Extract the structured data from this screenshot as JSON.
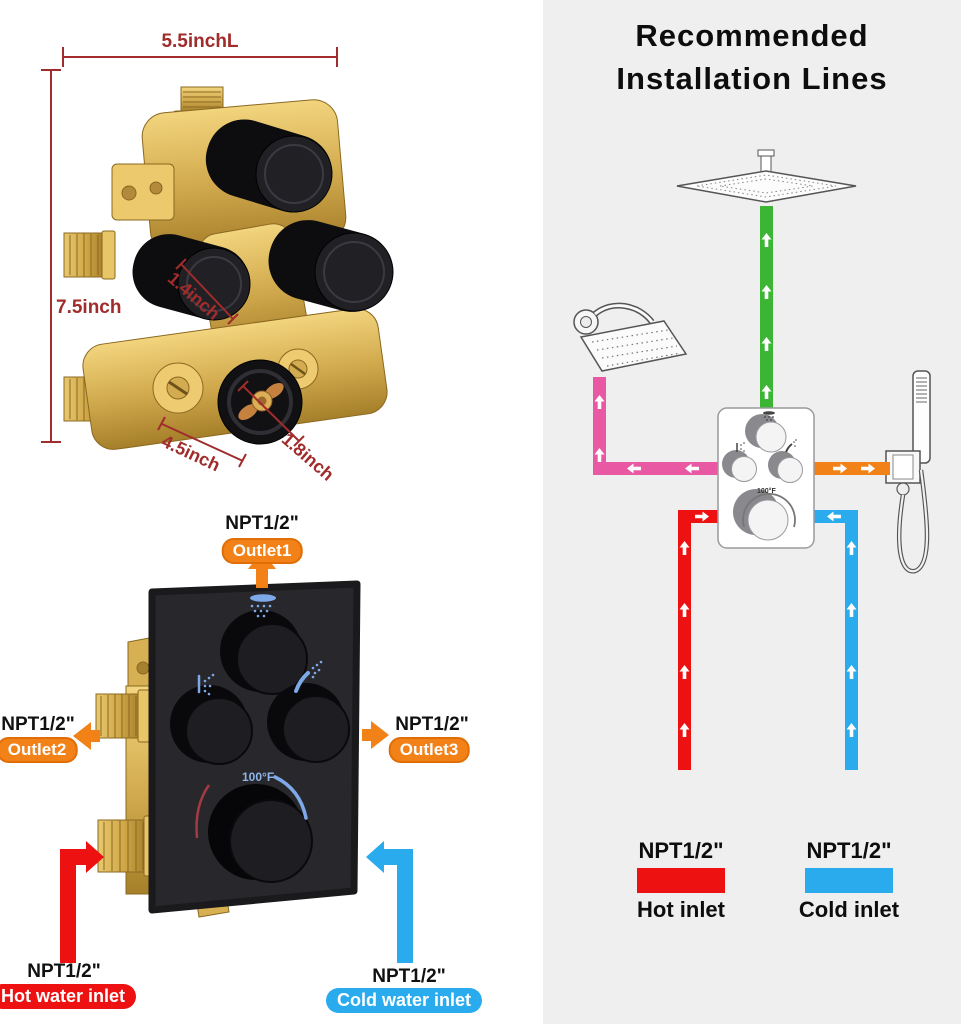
{
  "colors": {
    "panel_bg": "#efeff0",
    "dimension_red": "#a02c2c",
    "outlet_orange": "#f28118",
    "hot_red": "#ee1111",
    "cold_blue": "#2aabee",
    "pipe_green": "#3cb535",
    "pipe_pink": "#e858a3",
    "plate_icon_blue": "#7da9e8",
    "brass": "#d4ac50"
  },
  "top_left_figure": {
    "dim_length": "5.5inchL",
    "dim_height": "7.5inch",
    "dim_knob_diameter": "1.4inch",
    "dim_base_width": "4.5inch",
    "dim_cap_diameter": "1.8inch"
  },
  "bottom_left_figure": {
    "outlet1_npt": "NPT1/2\"",
    "outlet1_label": "Outlet1",
    "outlet2_npt": "NPT1/2\"",
    "outlet2_label": "Outlet2",
    "outlet3_npt": "NPT1/2\"",
    "outlet3_label": "Outlet3",
    "hot_npt": "NPT1/2\"",
    "hot_label": "Hot water inlet",
    "cold_npt": "NPT1/2\"",
    "cold_label": "Cold water inlet",
    "temp_marking": "100°F",
    "icons": {
      "top_knob": "rain-shower-icon",
      "left_knob": "body-jet-icon",
      "right_knob": "hand-shower-icon"
    }
  },
  "right_panel": {
    "title_line1": "Recommended",
    "title_line2": "Installation Lines",
    "valve_temp_marking": "100°F",
    "legend": {
      "hot_npt": "NPT1/2\"",
      "hot_label": "Hot inlet",
      "cold_npt": "NPT1/2\"",
      "cold_label": "Cold inlet"
    }
  }
}
